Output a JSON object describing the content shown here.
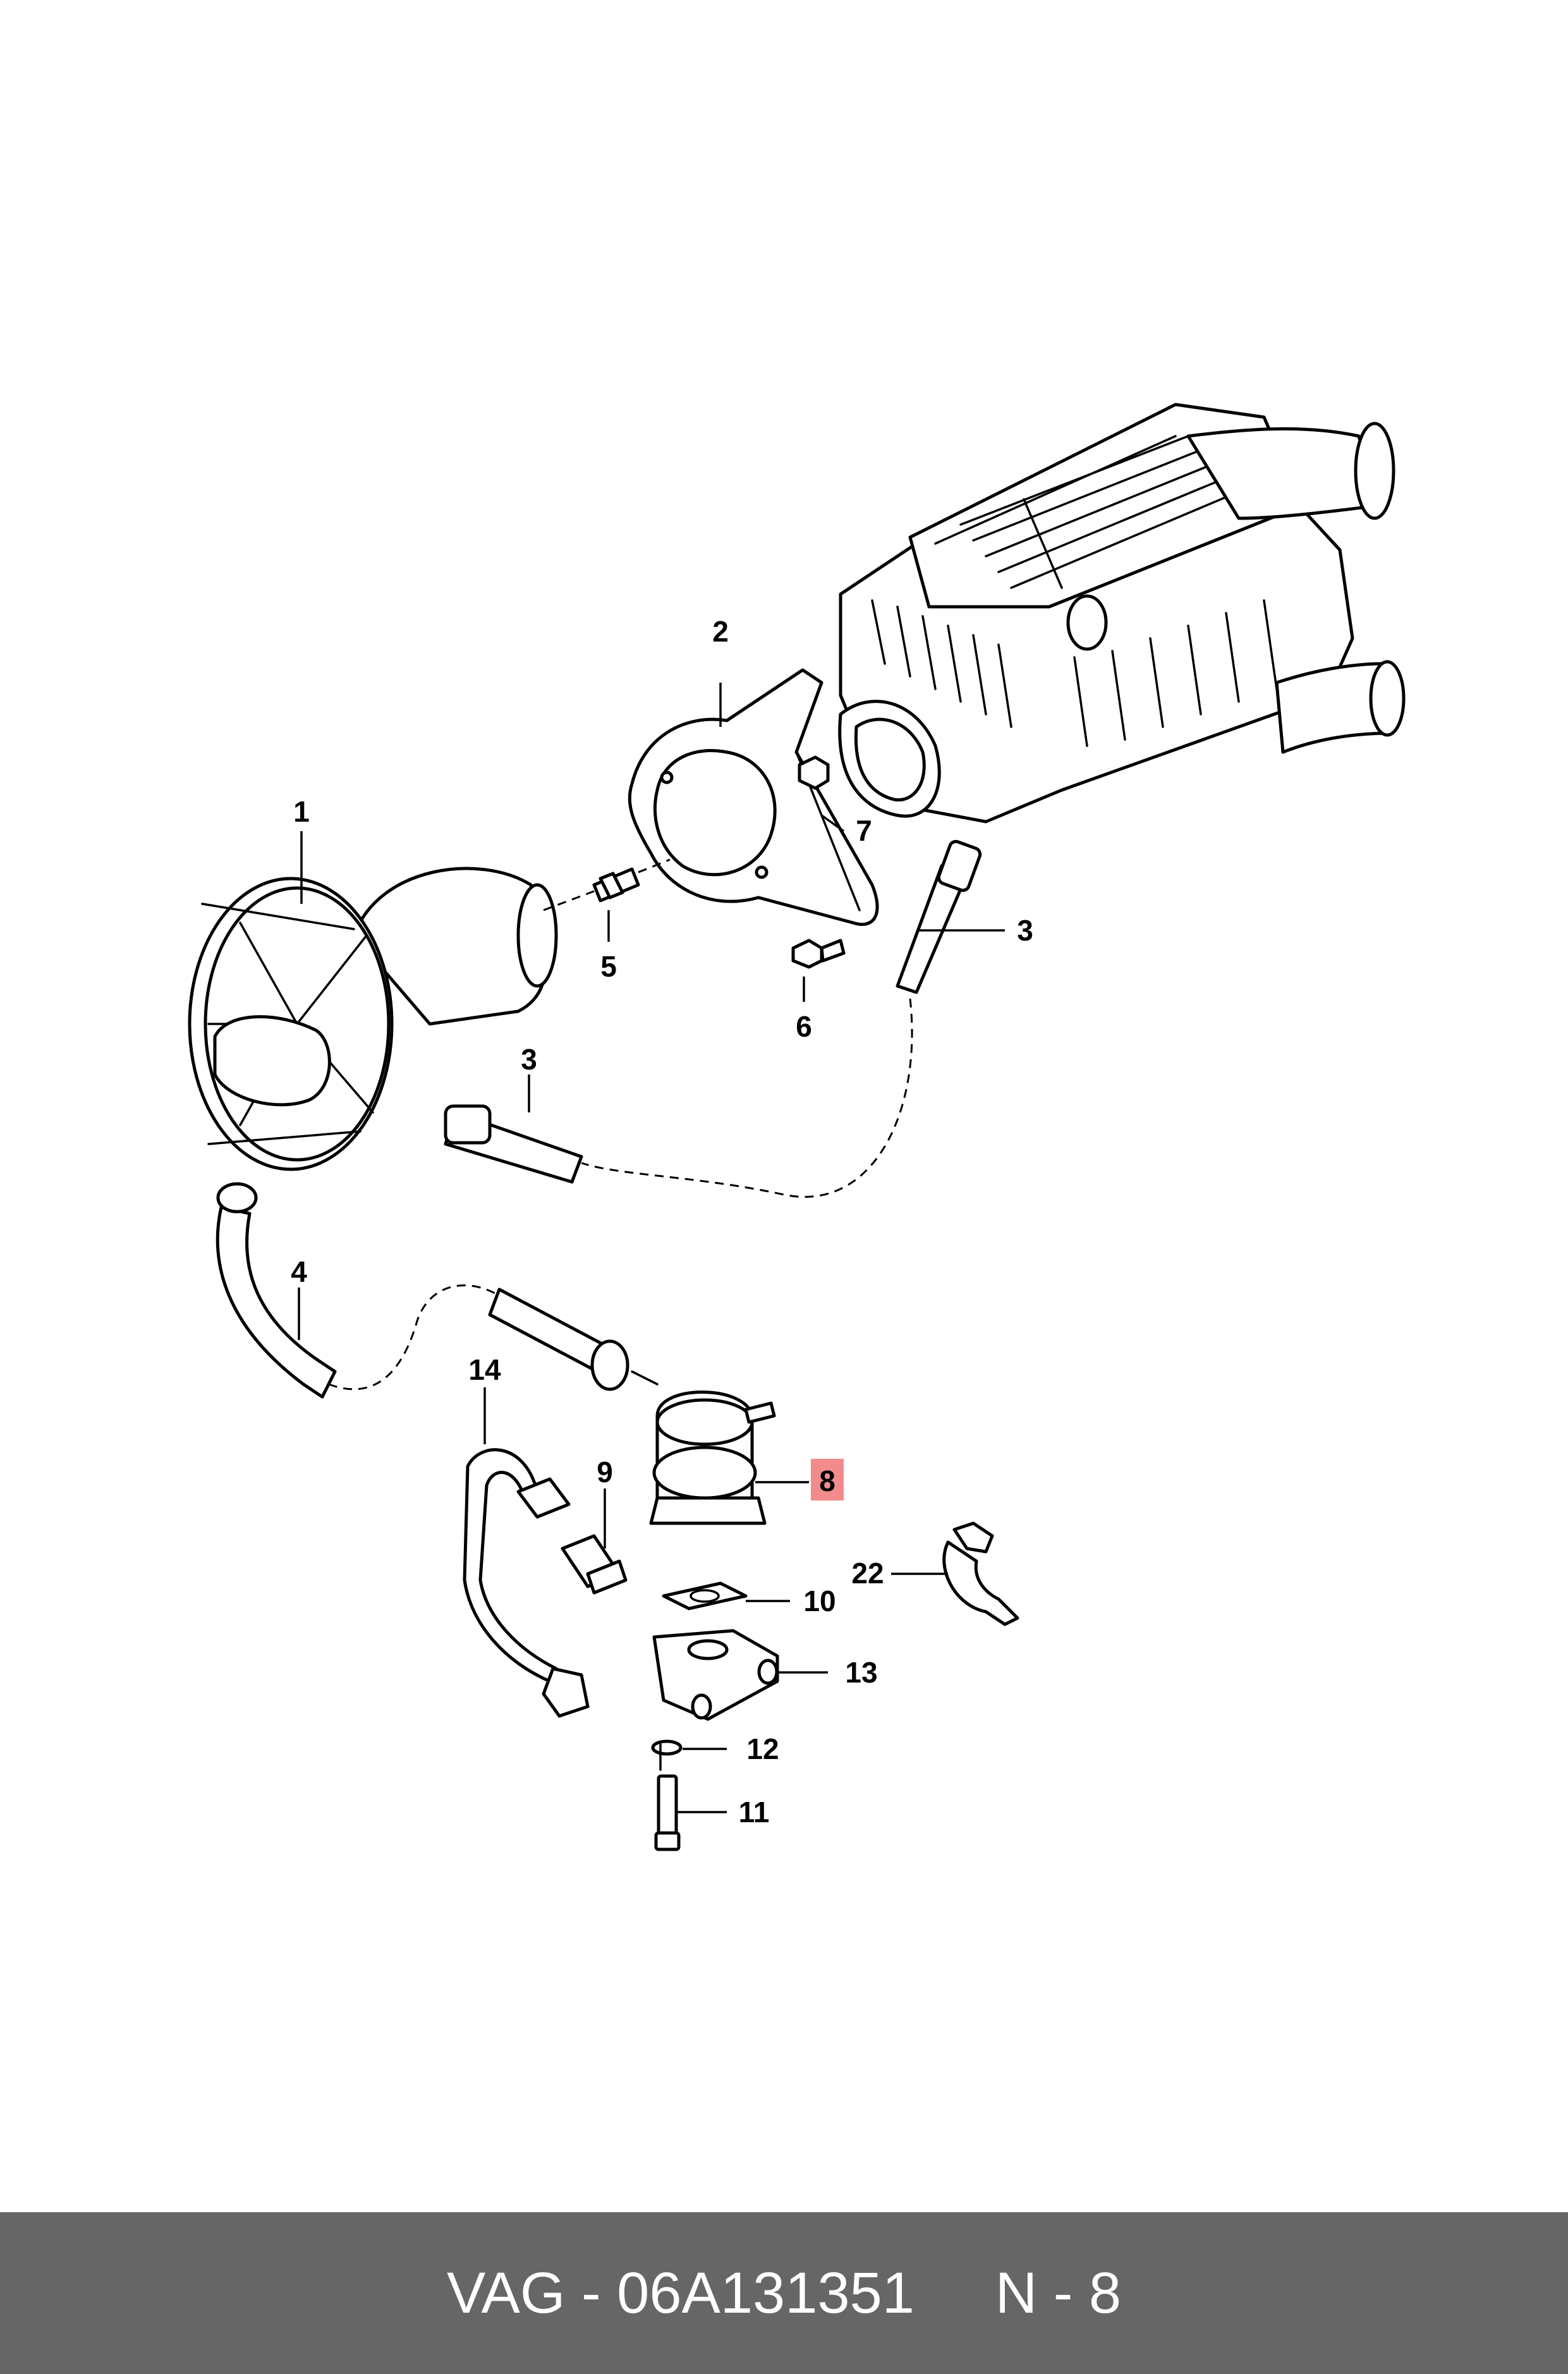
{
  "callouts": [
    {
      "id": "c1",
      "label": "1"
    },
    {
      "id": "c2",
      "label": "2"
    },
    {
      "id": "c3a",
      "label": "3"
    },
    {
      "id": "c3b",
      "label": "3"
    },
    {
      "id": "c4",
      "label": "4"
    },
    {
      "id": "c5",
      "label": "5"
    },
    {
      "id": "c6",
      "label": "6"
    },
    {
      "id": "c7",
      "label": "7"
    },
    {
      "id": "c8",
      "label": "8"
    },
    {
      "id": "c9",
      "label": "9"
    },
    {
      "id": "c10",
      "label": "10"
    },
    {
      "id": "c11",
      "label": "11"
    },
    {
      "id": "c12",
      "label": "12"
    },
    {
      "id": "c13",
      "label": "13"
    },
    {
      "id": "c14",
      "label": "14"
    },
    {
      "id": "c22",
      "label": "22"
    }
  ],
  "highlight": {
    "label": "8",
    "color": "#f28b8b"
  },
  "footer": {
    "brand": "VAG",
    "part_number": "06A131351",
    "position_ref": "N - 8"
  },
  "colors": {
    "footer_bg": "#666666",
    "footer_text": "#ffffff",
    "line": "#000000"
  }
}
